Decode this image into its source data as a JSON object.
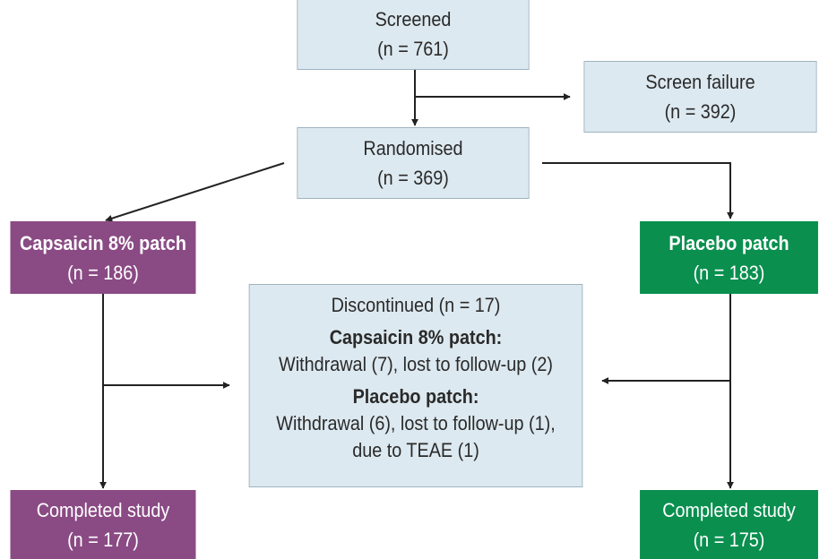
{
  "colors": {
    "arm_capsaicin": "#8a4a84",
    "arm_placebo": "#0a8f4f",
    "box_fill": "#dde9f0",
    "box_border": "#9fb3bf",
    "connector": "#222222"
  },
  "nodes": {
    "screened": {
      "label": "Screened",
      "count": "(n = 761)"
    },
    "screen_failure": {
      "label": "Screen failure",
      "count": "(n = 392)"
    },
    "randomised": {
      "label": "Randomised",
      "count": "(n = 369)"
    },
    "capsaicin": {
      "label": "Capsaicin 8% patch",
      "count": "(n = 186)"
    },
    "placebo": {
      "label": "Placebo patch",
      "count": "(n = 183)"
    },
    "discontinued": {
      "title": "Discontinued (n = 17)",
      "capsaicin_heading": "Capsaicin 8% patch:",
      "capsaicin_reasons": "Withdrawal (7), lost to follow-up (2)",
      "placebo_heading": "Placebo patch:",
      "placebo_reasons_line1": "Withdrawal (6), lost to follow-up (1),",
      "placebo_reasons_line2": "due to TEAE (1)"
    },
    "completed_capsaicin": {
      "label": "Completed study",
      "count": "(n = 177)"
    },
    "completed_placebo": {
      "label": "Completed study",
      "count": "(n = 175)"
    }
  }
}
